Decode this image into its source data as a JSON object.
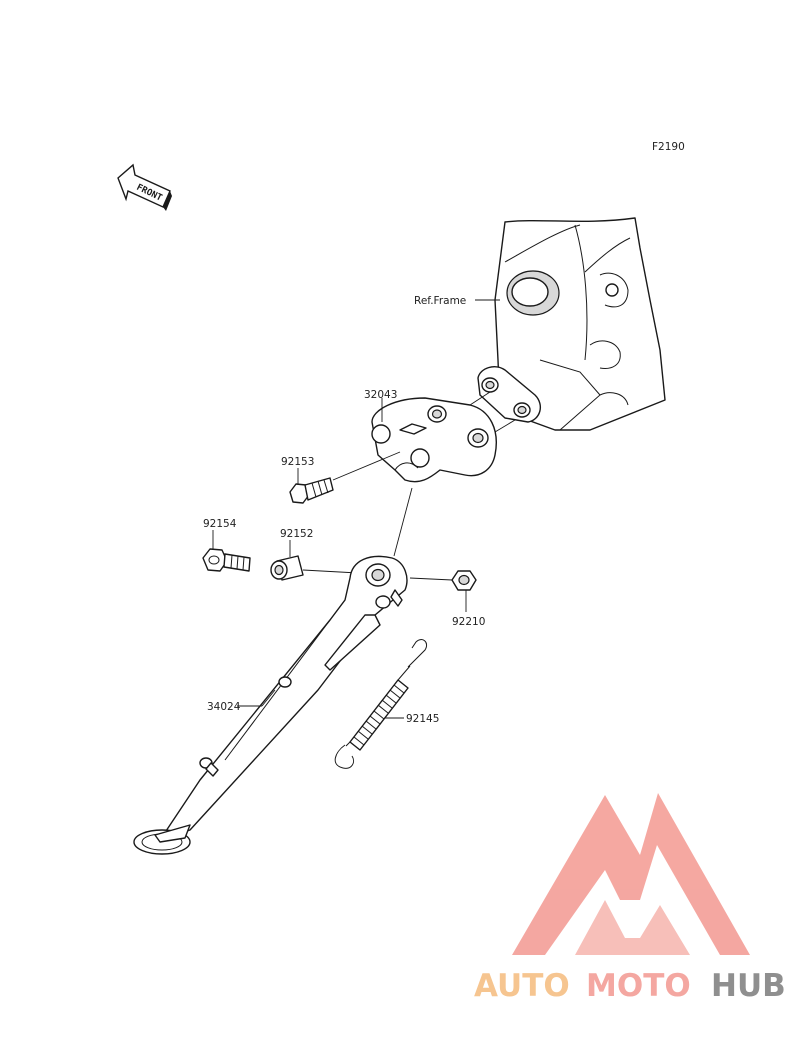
{
  "figure_code": "F2190",
  "front_indicator": "FRONT",
  "ref_frame_label": "Ref.Frame",
  "parts": {
    "bracket": "32043",
    "bolt_upper": "92153",
    "bolt_lower": "92154",
    "collar": "92152",
    "nut": "92210",
    "side_stand": "34024",
    "spring": "92145"
  },
  "watermark": {
    "part1": "AUTO",
    "part2": "MOTO",
    "part3": "HUB",
    "colors": {
      "auto": "#f6c28b",
      "moto": "#f4a39c",
      "hub": "#8a8a8a",
      "logo": "#f4a39c"
    }
  }
}
